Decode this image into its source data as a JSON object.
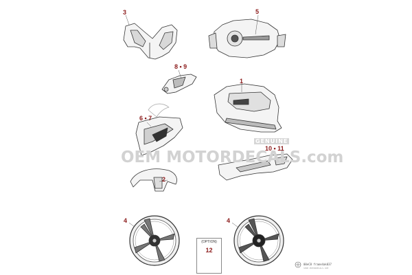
{
  "callouts": {
    "c3": "3",
    "c5": "5",
    "c89": "8 • 9",
    "c1": "1",
    "c67": "6 • 7",
    "c1011": "10 • 11",
    "c2": "2",
    "c4_left": "4",
    "c4_right": "4"
  },
  "option": {
    "label": "(OPTION)",
    "number": "12"
  },
  "watermark": {
    "text": "OEM MOTORDECALS.com",
    "badge": "GENUINE"
  },
  "footer": {
    "code": "00eC8 frame4ak037",
    "sub": "SHOP.MOTORDECALS.COM"
  },
  "colors": {
    "callout": "#8b1a1a",
    "line": "#333333",
    "part_fill": "#f2f2f2",
    "watermark": "#d2d2d2"
  }
}
